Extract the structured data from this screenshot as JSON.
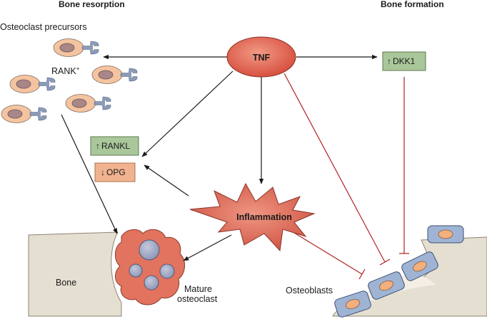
{
  "headers": {
    "resorption": "Bone resorption",
    "formation": "Bone formation"
  },
  "labels": {
    "precursors": "Osteoclast precursors",
    "rank": "RANK",
    "rank_sup": "+",
    "tnf": "TNF",
    "inflammation": "Inflammation",
    "bone": "Bone",
    "mature_line1": "Mature",
    "mature_line2": "osteoclast",
    "osteoblasts": "Osteoblasts"
  },
  "boxes": {
    "rankl": {
      "arrow": "↑",
      "text": "RANKL"
    },
    "opg": {
      "arrow": "↓",
      "text": "OPG"
    },
    "dkk1": {
      "arrow": "↑",
      "text": "DKK1"
    }
  },
  "colors": {
    "tnf_fill": "#e06050",
    "inflammation_fill": "#d9604f",
    "green_box": "#a9c79a",
    "orange_box": "#f1b38f",
    "bone": "#e4dfd1",
    "cell_body": "#f4c4a0",
    "nucleus": "#a98688",
    "receptor": "#8b9bb8",
    "osteoblast": "#9fb4d4",
    "inhibit_line": "#b22222",
    "arrow": "#1a1a1a"
  }
}
